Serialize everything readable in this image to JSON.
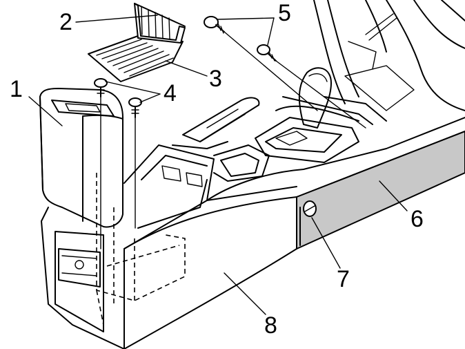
{
  "callouts": [
    {
      "id": "1",
      "text": "1"
    },
    {
      "id": "2",
      "text": "2"
    },
    {
      "id": "3",
      "text": "3"
    },
    {
      "id": "4",
      "text": "4"
    },
    {
      "id": "5",
      "text": "5"
    },
    {
      "id": "6",
      "text": "6"
    },
    {
      "id": "7",
      "text": "7"
    },
    {
      "id": "8",
      "text": "8"
    }
  ],
  "colors": {
    "line": "#000000",
    "background": "#ffffff",
    "side_panel": "#c8c8c8"
  }
}
